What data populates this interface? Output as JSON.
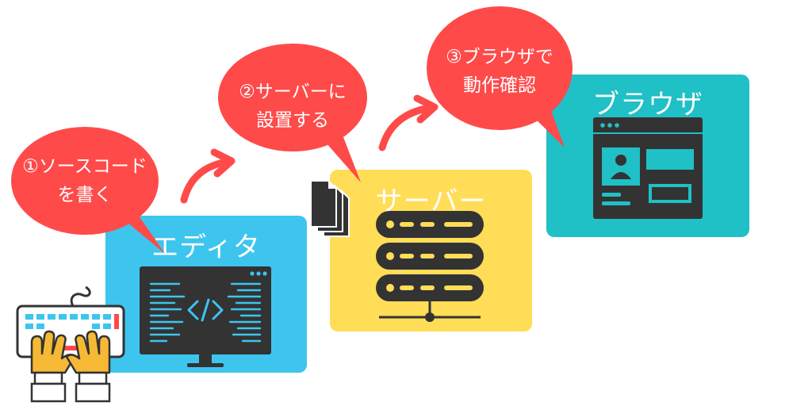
{
  "colors": {
    "editor_bg": "#3DC5EE",
    "server_bg": "#FFDD57",
    "browser_bg": "#1FC0C6",
    "bubble": "#FF4A4A",
    "arrow": "#FF4A4A",
    "dark": "#333333",
    "code_line": "#3DC5EE",
    "server_dot": "#FFDD57",
    "hand": "#F5B935"
  },
  "panels": {
    "editor": {
      "title": "エディタ",
      "icon": "code-monitor-icon"
    },
    "server": {
      "title": "サーバー",
      "icon": "server-rack-icon"
    },
    "browser": {
      "title": "ブラウザ",
      "icon": "browser-window-icon"
    }
  },
  "steps": [
    {
      "text": "①ソースコード\nを書く"
    },
    {
      "text": "②サーバーに\n設置する"
    },
    {
      "text": "③ブラウザで\n動作確認"
    }
  ],
  "decorations": {
    "keyboard": "keyboard-typing-hands-icon",
    "files": "files-stack-icon",
    "arrows": "curved-arrow-icon"
  }
}
